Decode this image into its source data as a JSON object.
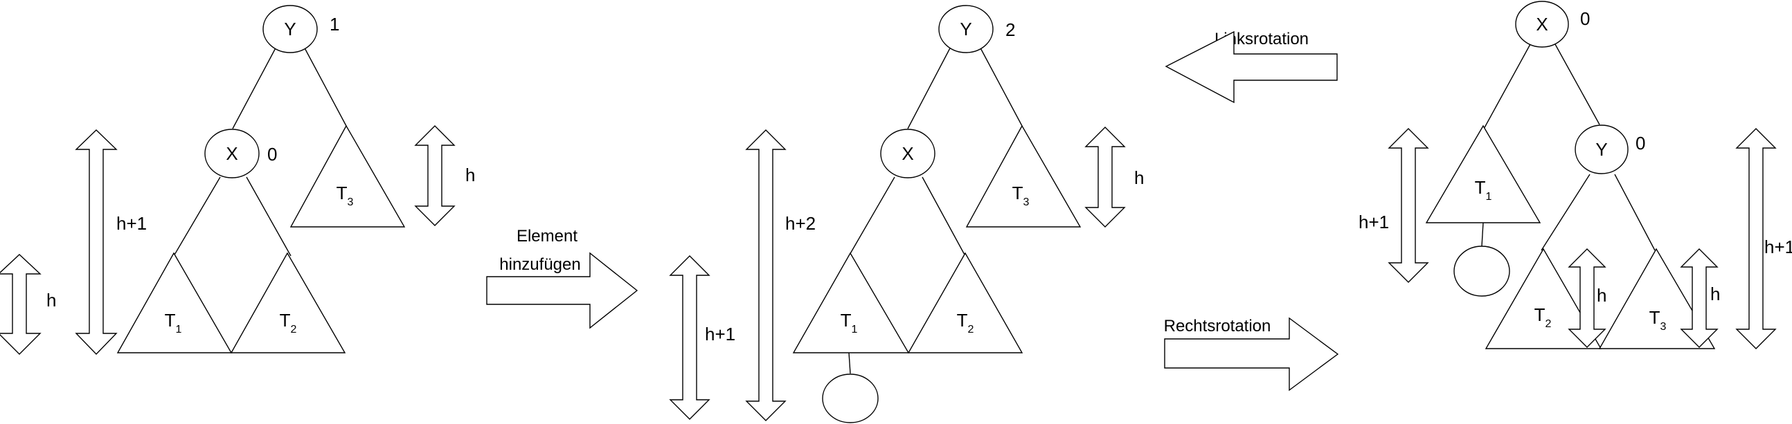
{
  "panels": {
    "left": {
      "root": {
        "label": "Y",
        "balance": "1"
      },
      "child": {
        "label": "X",
        "balance": "0"
      },
      "subtrees": [
        {
          "base": "T",
          "sub": "1"
        },
        {
          "base": "T",
          "sub": "2"
        },
        {
          "base": "T",
          "sub": "3"
        }
      ],
      "heights": {
        "left_outer": "h",
        "mid": "h+1",
        "right": "h"
      }
    },
    "middle": {
      "root": {
        "label": "Y",
        "balance": "2"
      },
      "child": {
        "label": "X"
      },
      "subtrees": [
        {
          "base": "T",
          "sub": "1"
        },
        {
          "base": "T",
          "sub": "2"
        },
        {
          "base": "T",
          "sub": "3"
        }
      ],
      "heights": {
        "left": "h+1",
        "mid": "h+2",
        "right": "h"
      }
    },
    "right": {
      "root": {
        "label": "X",
        "balance": "0"
      },
      "child": {
        "label": "Y",
        "balance": "0"
      },
      "subtrees": [
        {
          "base": "T",
          "sub": "1"
        },
        {
          "base": "T",
          "sub": "2"
        },
        {
          "base": "T",
          "sub": "3"
        }
      ],
      "heights": {
        "left": "h+1",
        "t2": "h",
        "t3": "h",
        "right": "h+1"
      }
    }
  },
  "arrows": {
    "insert": {
      "line1": "Element",
      "line2": "hinzufügen"
    },
    "left_rotation": "Linksrotation",
    "right_rotation": "Rechtsrotation"
  }
}
